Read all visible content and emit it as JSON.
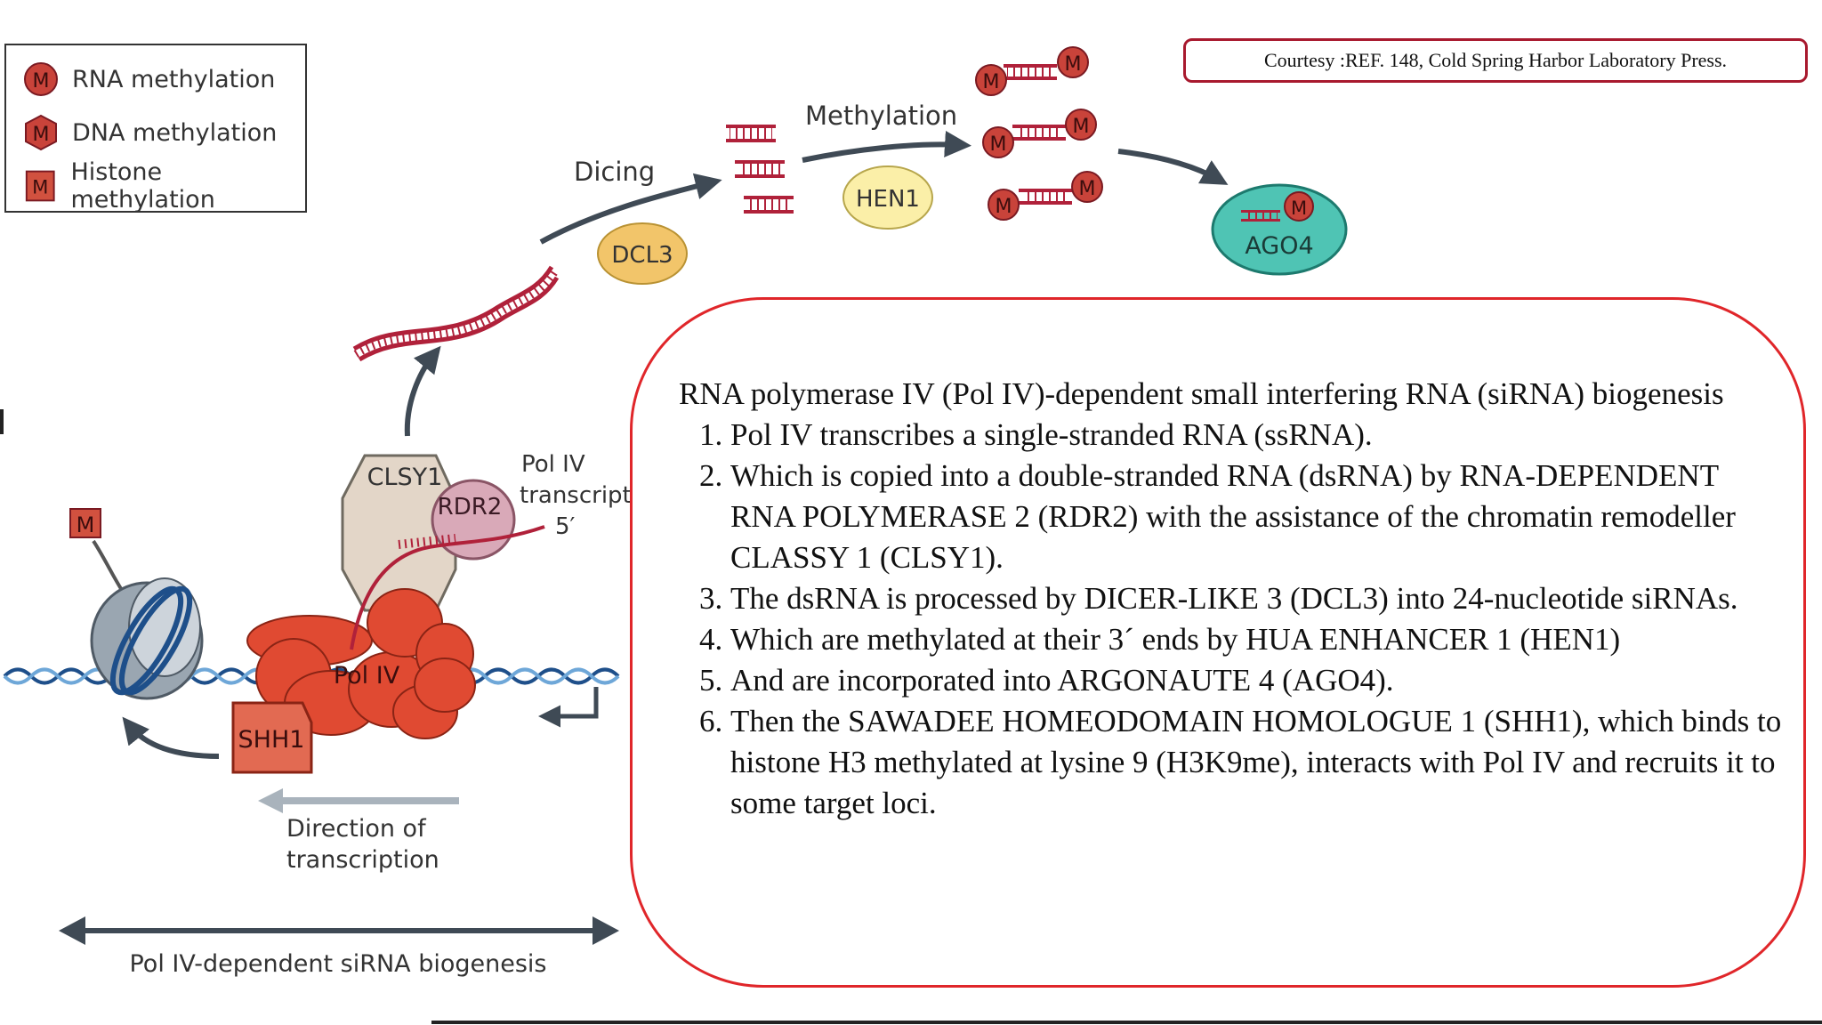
{
  "legend": {
    "items": [
      {
        "symbol": "M",
        "label": "RNA methylation",
        "shape": "circle"
      },
      {
        "symbol": "M",
        "label": "DNA methylation",
        "shape": "hexagon"
      },
      {
        "symbol": "M",
        "label": "Histone methylation",
        "shape": "square"
      }
    ]
  },
  "courtesy": "Courtesy :REF. 148, Cold Spring Harbor Laboratory Press.",
  "diagram": {
    "dicing": "Dicing",
    "dcl3": "DCL3",
    "methylation": "Methylation",
    "hen1": "HEN1",
    "ago4": "AGO4",
    "clsy1": "CLSY1",
    "rdr2": "RDR2",
    "pol_iv_transcript_line1": "Pol IV",
    "pol_iv_transcript_line2": "transcript",
    "five_prime": "5′",
    "pol_iv": "Pol IV",
    "shh1": "SHH1",
    "histone_mark": "M",
    "m": "M",
    "direction_line1": "Direction of",
    "direction_line2": "transcription",
    "bottom_label": "Pol IV-dependent siRNA biogenesis"
  },
  "info": {
    "intro": "RNA polymerase IV (Pol IV)-dependent small interfering RNA (siRNA) biogenesis",
    "steps": [
      "Pol IV transcribes a single-stranded RNA (ssRNA).",
      "Which is copied into a double-stranded RNA (dsRNA) by RNA-DEPENDENT RNA POLYMERASE 2 (RDR2) with the assistance of the chromatin remodeller CLASSY 1 (CLSY1).",
      "The dsRNA is processed by DICER-LIKE 3 (DCL3) into 24-nucleotide siRNAs.",
      "Which are methylated at their 3´ ends by HUA ENHANCER 1 (HEN1)",
      "And are incorporated into ARGONAUTE 4 (AGO4).",
      "Then the SAWADEE HOMEODOMAIN HOMOLOGUE 1 (SHH1), which binds to histone H3 methylated at lysine 9 (H3K9me), interacts with Pol IV and recruits it to some target loci."
    ]
  },
  "colors": {
    "rna_red": "#b0213a",
    "pol_red": "#e04a32",
    "arrow_gray": "#3f4a55",
    "box_border_red": "#e0262a",
    "courtesy_border": "#a8192e",
    "dcl3_fill": "#f2c56a",
    "hen1_fill": "#fbefa8",
    "ago4_fill": "#4fc4b4",
    "rdr2_fill": "#d9a9b8",
    "clsy1_fill": "#e3d6c8"
  }
}
